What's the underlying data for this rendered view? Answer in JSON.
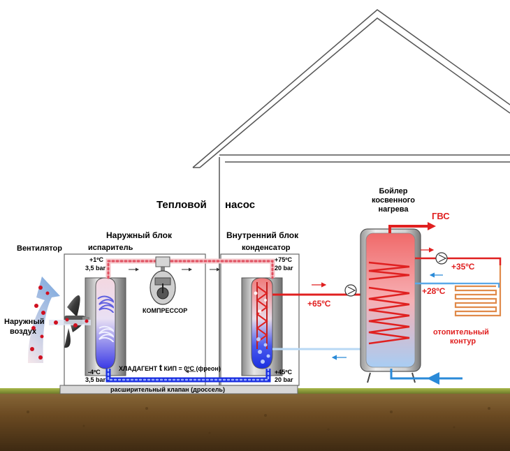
{
  "title": [
    "Тепловой",
    "насос"
  ],
  "outdoor_unit": {
    "title": "Наружный блок",
    "evaporator": "испаритель",
    "top_temp": "+1ºC",
    "top_pressure": "3,5 bar",
    "bottom_temp": "-4ºC",
    "bottom_pressure": "3,5 bar",
    "compressor": "КОМПРЕССОР",
    "refrigerant_prefix": "ХЛАДАГЕНТ",
    "refrigerant_t": "t",
    "refrigerant_suffix": "КИП = 0ºC (фреон)"
  },
  "indoor_unit": {
    "title": "Внутренний блок",
    "condenser": "конденсатор",
    "top_temp": "+75ºC",
    "top_pressure": "20 bar",
    "bottom_temp": "+45ºC",
    "bottom_pressure": "20 bar"
  },
  "fan": "Вентилятор",
  "outdoor_air": [
    "Наружный",
    "воздух"
  ],
  "expansion_valve": "расширительный клапан (дроссель)",
  "boiler": [
    "Бойлер",
    "косвенного",
    "нагрева"
  ],
  "dhw": "ГВС",
  "temps": {
    "hot_supply": "+65ºC",
    "floor_supply": "+35ºC",
    "floor_return": "+28ºC"
  },
  "heating_circuit": [
    "отопительный",
    "контур"
  ],
  "colors": {
    "hot": "#e02020",
    "cold": "#1a3fe0",
    "light_blue": "#5aa8e8",
    "orange": "#e08a4a",
    "ground": "#6b4a22"
  }
}
